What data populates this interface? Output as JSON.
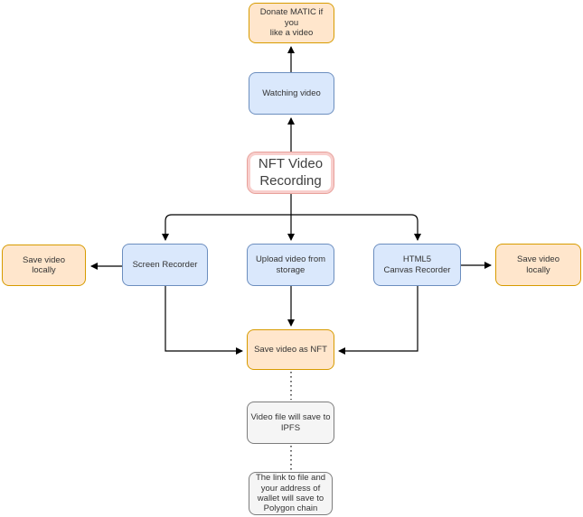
{
  "diagram": {
    "type": "flowchart",
    "nodes": [
      {
        "id": "donate-matic",
        "label": "Donate MATIC if you\nlike a video",
        "style": "orange"
      },
      {
        "id": "watching-video",
        "label": "Watching video",
        "style": "blue"
      },
      {
        "id": "nft-video-recording",
        "label": "NFT Video\nRecording",
        "style": "red-outline"
      },
      {
        "id": "save-video-locally-left",
        "label": "Save video\nlocally",
        "style": "orange"
      },
      {
        "id": "screen-recorder",
        "label": "Screen Recorder",
        "style": "blue"
      },
      {
        "id": "upload-video-from-storage",
        "label": "Upload video from\nstorage",
        "style": "blue"
      },
      {
        "id": "html5-canvas-recorder",
        "label": "HTML5\nCanvas Recorder",
        "style": "blue"
      },
      {
        "id": "save-video-locally-right",
        "label": "Save video\nlocally",
        "style": "orange"
      },
      {
        "id": "save-video-as-nft",
        "label": "Save video as NFT",
        "style": "orange"
      },
      {
        "id": "ipfs",
        "label": "Video file will save to\nIPFS",
        "style": "gray"
      },
      {
        "id": "polygon-chain",
        "label": "The link to file and\nyour address of\nwallet will save to\nPolygon chain",
        "style": "gray"
      }
    ],
    "edges": [
      {
        "from": "nft-video-recording",
        "to": "watching-video",
        "line": "solid",
        "arrow": true
      },
      {
        "from": "watching-video",
        "to": "donate-matic",
        "line": "solid",
        "arrow": true
      },
      {
        "from": "nft-video-recording",
        "to": "screen-recorder",
        "line": "solid",
        "arrow": true
      },
      {
        "from": "nft-video-recording",
        "to": "upload-video-from-storage",
        "line": "solid",
        "arrow": true
      },
      {
        "from": "nft-video-recording",
        "to": "html5-canvas-recorder",
        "line": "solid",
        "arrow": true
      },
      {
        "from": "screen-recorder",
        "to": "save-video-locally-left",
        "line": "solid",
        "arrow": true
      },
      {
        "from": "html5-canvas-recorder",
        "to": "save-video-locally-right",
        "line": "solid",
        "arrow": true
      },
      {
        "from": "screen-recorder",
        "to": "save-video-as-nft",
        "line": "solid",
        "arrow": true
      },
      {
        "from": "upload-video-from-storage",
        "to": "save-video-as-nft",
        "line": "solid",
        "arrow": true
      },
      {
        "from": "html5-canvas-recorder",
        "to": "save-video-as-nft",
        "line": "solid",
        "arrow": true
      },
      {
        "from": "save-video-as-nft",
        "to": "ipfs",
        "line": "dotted",
        "arrow": false
      },
      {
        "from": "ipfs",
        "to": "polygon-chain",
        "line": "dotted",
        "arrow": false
      }
    ],
    "palette": {
      "blue_fill": "#dae8fc",
      "blue_stroke": "#6c8ebf",
      "orange_fill": "#ffe6cc",
      "orange_stroke": "#d79b00",
      "gray_fill": "#f5f5f5",
      "gray_stroke": "#7d7d7d",
      "red_band": "#f8cecc",
      "red_stroke": "#e8a19b",
      "connector": "#000000",
      "background": "#ffffff",
      "text": "#333333"
    }
  }
}
